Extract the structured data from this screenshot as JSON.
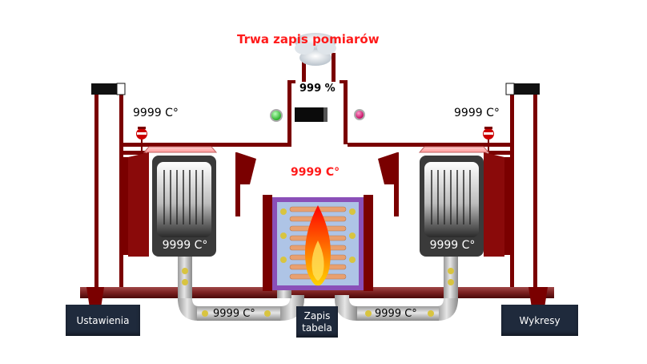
{
  "status_text": "Trwa zapis pomiarów",
  "chimney": {
    "percent_label": "999 %"
  },
  "thermometers": {
    "left_label": "9999 C°",
    "right_label": "9999 C°"
  },
  "chamber": {
    "temp_label": "9999 C°"
  },
  "tanks": {
    "left_label": "9999 C°",
    "right_label": "9999 C°"
  },
  "pipes": {
    "left_label": "9999 C°",
    "right_label": "9999 C°"
  },
  "buttons": {
    "settings": "Ustawienia",
    "save_table_line1": "Zapis",
    "save_table_line2": "tabela",
    "charts": "Wykresy"
  },
  "indicators": {
    "left_color": "#33cc33",
    "right_color": "#e0006a"
  },
  "colors": {
    "frame": "#7a0000",
    "chamber_border": "#8a4fb8",
    "button_bg": "#1f2a3c",
    "alert_text": "#ff1a1a"
  }
}
